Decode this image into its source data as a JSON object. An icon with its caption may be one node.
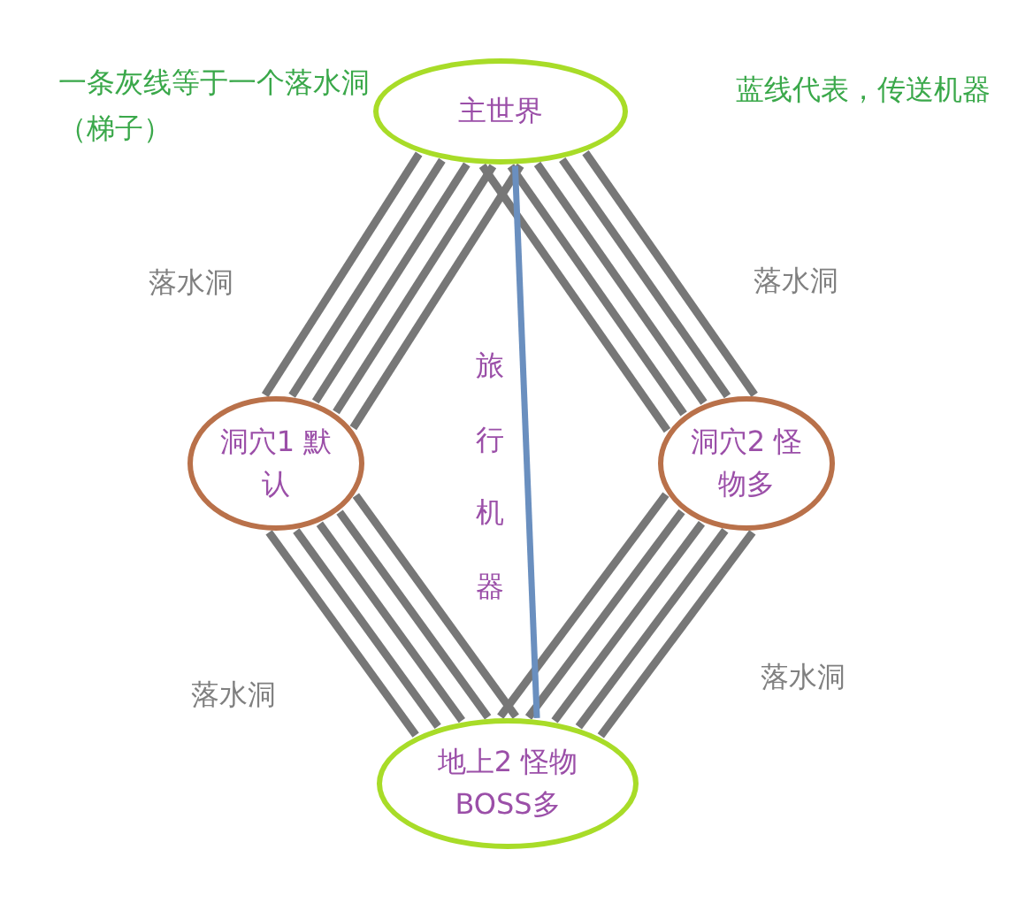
{
  "diagram": {
    "nodes": [
      {
        "text": [
          "主世界"
        ]
      },
      {
        "text": [
          "洞穴1 默认"
        ]
      },
      {
        "text": [
          "洞穴2 怪物多"
        ]
      },
      {
        "text": [
          "地上2 怪物BOSS多"
        ]
      }
    ],
    "edges": [
      {
        "from": 0,
        "to": 1,
        "arrow": "none"
      },
      {
        "from": 0,
        "to": 1,
        "arrow": "none"
      },
      {
        "from": 0,
        "to": 1,
        "arrow": "none"
      },
      {
        "from": 0,
        "to": 1,
        "arrow": "none"
      },
      {
        "from": 0,
        "to": 1,
        "arrow": "none"
      },
      {
        "from": 0,
        "to": 2,
        "arrow": "none"
      },
      {
        "from": 0,
        "to": 2,
        "arrow": "none"
      },
      {
        "from": 0,
        "to": 2,
        "arrow": "none"
      },
      {
        "from": 0,
        "to": 2,
        "arrow": "none"
      },
      {
        "from": 0,
        "to": 2,
        "arrow": "none"
      },
      {
        "from": 1,
        "to": 3,
        "arrow": "none"
      },
      {
        "from": 1,
        "to": 3,
        "arrow": "none"
      },
      {
        "from": 1,
        "to": 3,
        "arrow": "none"
      },
      {
        "from": 1,
        "to": 3,
        "arrow": "none"
      },
      {
        "from": 1,
        "to": 3,
        "arrow": "none"
      },
      {
        "from": 2,
        "to": 3,
        "arrow": "none"
      },
      {
        "from": 2,
        "to": 3,
        "arrow": "none"
      },
      {
        "from": 2,
        "to": 3,
        "arrow": "none"
      },
      {
        "from": 2,
        "to": 3,
        "arrow": "none"
      },
      {
        "from": 2,
        "to": 3,
        "arrow": "none"
      },
      {
        "from": 0,
        "to": 3,
        "arrow": "none",
        "label": "旅行机器",
        "color": "#6a8fbf"
      }
    ],
    "labels": [
      "一条灰线等于一个落水洞（梯子）",
      "蓝线代表，传送机器",
      "落水洞",
      "落水洞",
      "落水洞",
      "落水洞"
    ]
  }
}
